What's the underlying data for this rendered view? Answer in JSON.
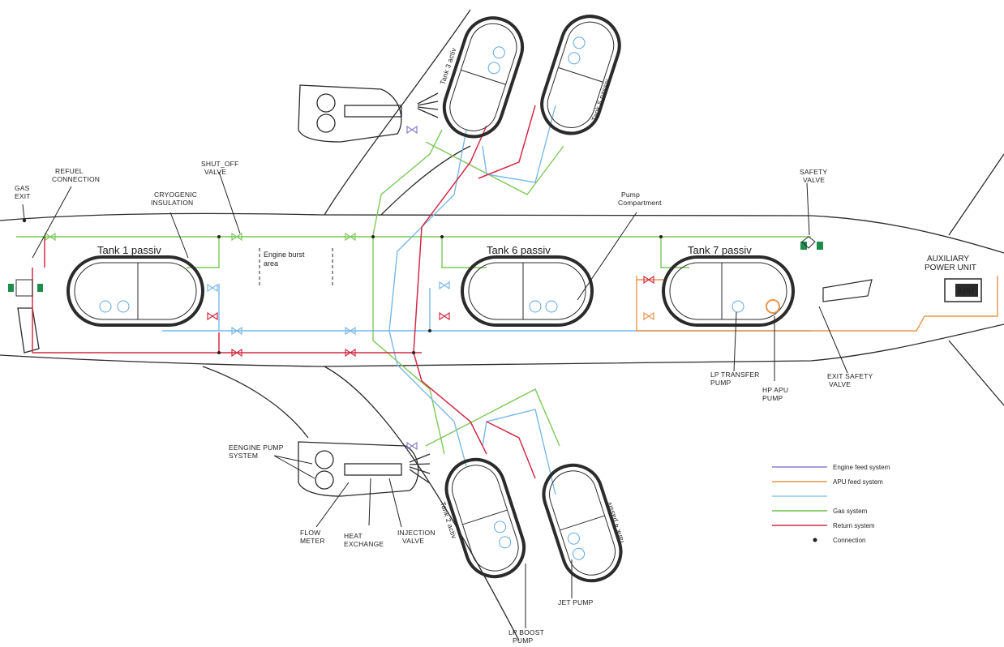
{
  "labels": {
    "gas_exit": [
      "GAS",
      "EXIT"
    ],
    "refuel_connection": [
      "REFUEL",
      "CONNECTION"
    ],
    "shut_off_valve": [
      "SHUT_OFF",
      "VALVE"
    ],
    "cryogenic_insulation": [
      "CRYOGENIC",
      "INSULATION"
    ],
    "pump_compartment": [
      "Pump",
      "Compartment"
    ],
    "safety_valve": [
      "SAFETY",
      "VALVE"
    ],
    "apu": [
      "AUXILIARY",
      "POWER UNIT"
    ],
    "apu_box": "APU",
    "engine_burst": [
      "Engine burst",
      "area"
    ],
    "lp_transfer_pump": [
      "LP TRANSFER",
      "PUMP"
    ],
    "hp_apu_pump": [
      "HP APU",
      "PUMP"
    ],
    "exit_safety_valve": [
      "EXIT SAFETY",
      "VALVE"
    ],
    "engine_pump_system": [
      "EENGINE PUMP",
      "SYSTEM"
    ],
    "flow_meter": [
      "FLOW",
      "METER"
    ],
    "heat_exchange": [
      "HEAT",
      "EXCHANGE"
    ],
    "injection_valve": [
      "INJECTION",
      "VALVE"
    ],
    "jet_pump": "JET PUMP",
    "lp_boost_pump": [
      "LP BOOST",
      "PUMP"
    ]
  },
  "tanks": {
    "tank1": "Tank 1 passiv",
    "tank6": "Tank 6 passiv",
    "tank7": "Tank 7 passiv",
    "tank3": "Tank 3 activ",
    "tank5": "Tank 5 passiv",
    "tank2": "Tank 2 activ",
    "tank4": "Tank 4 passiv"
  },
  "legend": [
    {
      "label": "Engine feed system",
      "color": "#8a7fd0"
    },
    {
      "label": "APU feed system",
      "color": "#e8954a"
    },
    {
      "label": "",
      "color": "#8fc8ec"
    },
    {
      "label": "Gas system",
      "color": "#6cc04a"
    },
    {
      "label": "Return system",
      "color": "#d42e4a"
    },
    {
      "label": "Connection",
      "color": "#222222"
    }
  ],
  "colors": {
    "outline": "#2b2b2b",
    "gas": "#7cc85a",
    "feed_blue": "#7ab8e6",
    "return_red": "#d22a44",
    "apu_orange": "#e8954a",
    "valve_green": "#1e8c4a"
  }
}
